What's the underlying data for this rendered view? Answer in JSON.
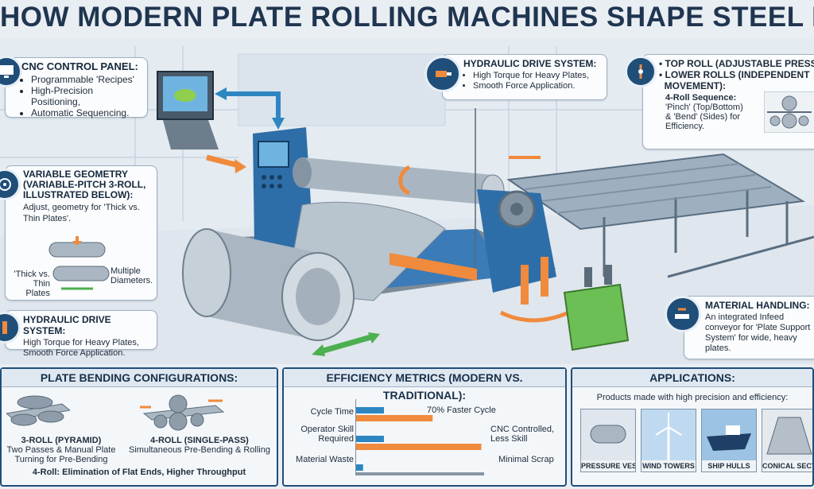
{
  "title": "HOW MODERN PLATE ROLLING MACHINES SHAPE STEEL EFFICIENTLY",
  "cnc": {
    "heading": "CNC CONTROL PANEL:",
    "items": [
      "Programmable 'Recipes'",
      "High-Precision Positioning,",
      "Automatic Sequencing."
    ]
  },
  "variable_geometry": {
    "heading_l1": "VARIABLE GEOMETRY",
    "heading_l2": "(VARIABLE-PITCH 3-ROLL,",
    "heading_l3": "ILLUSTRATED BELOW):",
    "desc_l1": "Adjust, geometry for 'Thick vs.",
    "desc_l2": "Thin Plates'.",
    "label_thick_l1": "'Thick vs.",
    "label_thick_l2": "Thin Plates",
    "label_multi_l1": "Multiple",
    "label_multi_l2": "Diameters."
  },
  "hydraulic_left": {
    "heading": "HYDRAULIC DRIVE SYSTEM:",
    "l1": "High Torque for Heavy Plates,",
    "l2": "Smooth Force Application."
  },
  "hydraulic_top": {
    "heading": "HYDRAULIC DRIVE SYSTEM:",
    "items": [
      "High Torque for Heavy Plates,",
      "Smooth Force Application."
    ]
  },
  "top_roll": {
    "item1": "TOP ROLL (ADJUSTABLE PRESSURE)",
    "item2_l1": "LOWER ROLLS (INDEPENDENT",
    "item2_l2": "MOVEMENT):",
    "seq_heading": "4-Roll Sequence:",
    "seq_l1": "'Pinch' (Top/Bottom)",
    "seq_l2": "& 'Bend' (Sides) for",
    "seq_l3": "Efficiency."
  },
  "material_handling": {
    "heading": "MATERIAL HANDLING:",
    "l1": "An integrated Infeed",
    "l2": "conveyor for 'Plate Support",
    "l3": "System' for wide, heavy",
    "l4": "plates."
  },
  "configs": {
    "heading": "PLATE BENDING CONFIGURATIONS:",
    "three_title": "3-ROLL (PYRAMID)",
    "three_l1": "Two Passes & Manual Plate",
    "three_l2": "Turning for Pre-Bending",
    "four_title": "4-ROLL (SINGLE-PASS)",
    "four_l1": "Simultaneous Pre-Bending & Rolling",
    "summary": "4-Roll: Elimination of Flat Ends, Higher Throughput"
  },
  "metrics": {
    "heading": "EFFICIENCY METRICS (MODERN VS. TRADITIONAL):",
    "rows": [
      {
        "label_l1": "Cycle Time",
        "label_l2": "",
        "note_l1": "70% Faster Cycle",
        "note_l2": ""
      },
      {
        "label_l1": "Operator Skill",
        "label_l2": "Required",
        "note_l1": "CNC Controlled,",
        "note_l2": "Less Skill"
      },
      {
        "label_l1": "Material Waste",
        "label_l2": "",
        "note_l1": "Minimal Scrap",
        "note_l2": ""
      }
    ]
  },
  "chart_data": {
    "type": "bar",
    "categories": [
      "Cycle Time",
      "Operator Skill Required",
      "Material Waste"
    ],
    "series": [
      {
        "values": [
          0.2,
          0.2,
          0.05
        ],
        "color": "#2e86c1"
      },
      {
        "values": [
          0.55,
          0.9,
          0.92
        ],
        "color": "#f08a3c"
      }
    ],
    "bar_order": [
      [
        0,
        1
      ],
      [
        1,
        1
      ],
      [
        1,
        0
      ],
      [
        0,
        0
      ],
      [
        0,
        1
      ]
    ]
  },
  "applications": {
    "heading": "APPLICATIONS:",
    "intro": "Products made with high precision and efficiency:",
    "tiles": [
      "PRESSURE VESSELS",
      "WIND TOWERS",
      "SHIP HULLS",
      "CONICAL SECTIONS"
    ]
  },
  "colors": {
    "accent": "#1f4e79",
    "orange": "#f08a3c",
    "blue": "#2e86c1",
    "green": "#4caf50"
  }
}
